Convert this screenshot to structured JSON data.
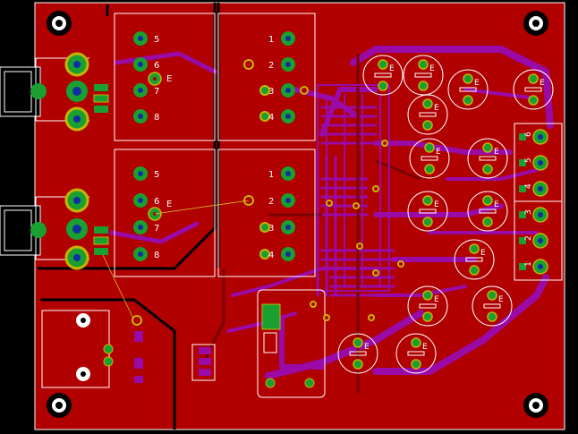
{
  "board": {
    "colors": {
      "background": "#000000",
      "copper_top": "#b00000",
      "copper_bottom": "#9a0aa6",
      "silkscreen": "#ffffff",
      "pad": "#1aa030",
      "pad_ring": "#c8b400",
      "via": "#c8b400",
      "drill": "#1030a0",
      "ratsnest": "#d8c020"
    },
    "relay_top": {
      "left_pins": [
        "5",
        "6",
        "7",
        "8"
      ],
      "right_pins": [
        "1",
        "2",
        "3",
        "4"
      ],
      "marker": "E"
    },
    "relay_bottom": {
      "left_pins": [
        "5",
        "6",
        "7",
        "8"
      ],
      "right_pins": [
        "1",
        "2",
        "3",
        "4"
      ],
      "marker": "E"
    },
    "terminal_block": {
      "pins": [
        "6",
        "5",
        "4",
        "3",
        "2",
        "1"
      ]
    },
    "capacitor_polarity": "E"
  }
}
